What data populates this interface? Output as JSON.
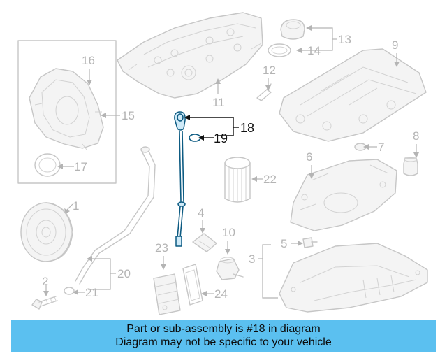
{
  "banner": {
    "line1": "Part or sub-assembly is #18 in diagram",
    "line2": "Diagram may not be specific to your vehicle",
    "color": "#5bc0f0"
  },
  "highlight_color": "#0d5b82",
  "callouts": {
    "c1": "1",
    "c2": "2",
    "c3": "3",
    "c4": "4",
    "c5": "5",
    "c6": "6",
    "c7": "7",
    "c8": "8",
    "c9": "9",
    "c10": "10",
    "c11": "11",
    "c12": "12",
    "c13": "13",
    "c14": "14",
    "c15": "15",
    "c16": "16",
    "c17": "17",
    "c18": "18",
    "c19": "19",
    "c20": "20",
    "c21": "21",
    "c22": "22",
    "c23": "23",
    "c24": "24"
  },
  "highlighted_part": "18"
}
